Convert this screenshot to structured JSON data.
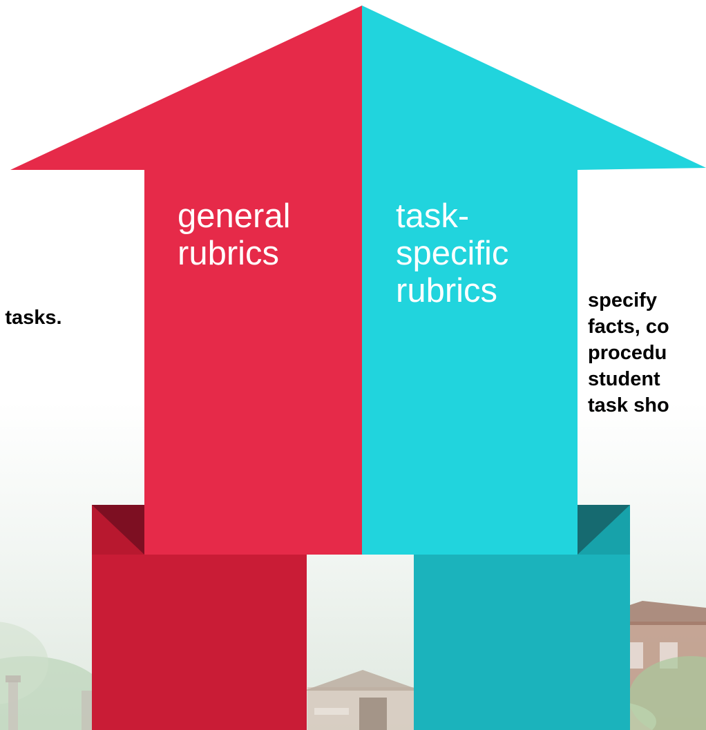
{
  "diagram": {
    "left_arrow": {
      "label_lines": [
        "general",
        "rubrics"
      ],
      "color": "#e62a49",
      "dark_color": "#7d0f22",
      "band_color": "#c91c36"
    },
    "right_arrow": {
      "label_lines": [
        "task-",
        "specific",
        "rubrics"
      ],
      "color": "#21d4dd",
      "dark_color": "#166a70",
      "band_color": "#1bb3bc"
    },
    "left_side_text": {
      "lines": [
        "r tasks."
      ]
    },
    "right_side_text": {
      "lines": [
        "specify",
        "facts, co",
        "procedu",
        "student",
        "task sho"
      ]
    }
  }
}
